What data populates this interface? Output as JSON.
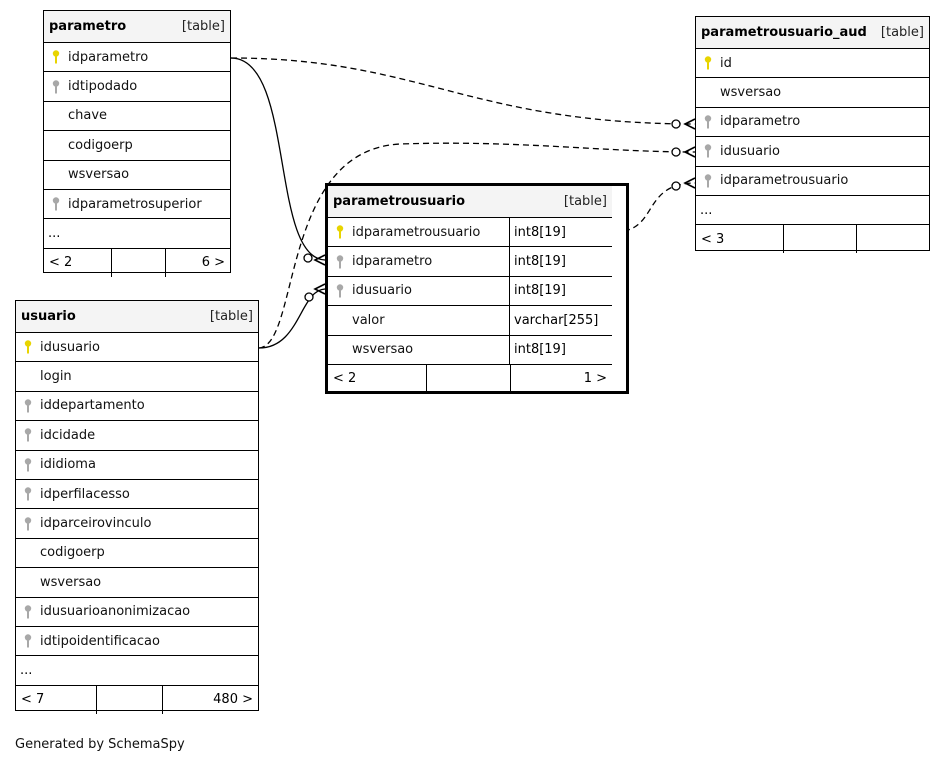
{
  "tables": {
    "parametro": {
      "name": "parametro",
      "tag": "[table]",
      "columns": [
        {
          "name": "idparametro",
          "key": "primary"
        },
        {
          "name": "idtipodado",
          "key": "foreign"
        },
        {
          "name": "chave",
          "key": "none"
        },
        {
          "name": "codigoerp",
          "key": "none"
        },
        {
          "name": "wsversao",
          "key": "none"
        },
        {
          "name": "idparametrosuperior",
          "key": "foreign"
        }
      ],
      "more": "...",
      "footer": {
        "left": "< 2",
        "mid": "",
        "right": "6 >"
      }
    },
    "usuario": {
      "name": "usuario",
      "tag": "[table]",
      "columns": [
        {
          "name": "idusuario",
          "key": "primary"
        },
        {
          "name": "login",
          "key": "none"
        },
        {
          "name": "iddepartamento",
          "key": "foreign"
        },
        {
          "name": "idcidade",
          "key": "foreign"
        },
        {
          "name": "ididioma",
          "key": "foreign"
        },
        {
          "name": "idperfilacesso",
          "key": "foreign"
        },
        {
          "name": "idparceirovinculo",
          "key": "foreign"
        },
        {
          "name": "codigoerp",
          "key": "none"
        },
        {
          "name": "wsversao",
          "key": "none"
        },
        {
          "name": "idusuarioanonimizacao",
          "key": "foreign"
        },
        {
          "name": "idtipoidentificacao",
          "key": "foreign"
        }
      ],
      "more": "...",
      "footer": {
        "left": "< 7",
        "mid": "",
        "right": "480 >"
      }
    },
    "parametrousuario": {
      "name": "parametrousuario",
      "tag": "[table]",
      "columns": [
        {
          "name": "idparametrousuario",
          "key": "primary",
          "type": "int8[19]"
        },
        {
          "name": "idparametro",
          "key": "foreign",
          "type": "int8[19]"
        },
        {
          "name": "idusuario",
          "key": "foreign",
          "type": "int8[19]"
        },
        {
          "name": "valor",
          "key": "none",
          "type": "varchar[255]"
        },
        {
          "name": "wsversao",
          "key": "none",
          "type": "int8[19]"
        }
      ],
      "footer": {
        "left": "< 2",
        "mid": "",
        "right": "1 >"
      }
    },
    "parametrousuario_aud": {
      "name": "parametrousuario_aud",
      "tag": "[table]",
      "columns": [
        {
          "name": "id",
          "key": "primary"
        },
        {
          "name": "wsversao",
          "key": "none"
        },
        {
          "name": "idparametro",
          "key": "foreign"
        },
        {
          "name": "idusuario",
          "key": "foreign"
        },
        {
          "name": "idparametrousuario",
          "key": "foreign"
        }
      ],
      "more": "...",
      "footer": {
        "left": "< 3",
        "mid": "",
        "right": ""
      }
    }
  },
  "relationships": [
    {
      "from": "parametro.idparametro",
      "to": "parametrousuario.idparametro",
      "style": "solid"
    },
    {
      "from": "usuario.idusuario",
      "to": "parametrousuario.idusuario",
      "style": "solid"
    },
    {
      "from": "parametro.idparametro",
      "to": "parametrousuario_aud.idparametro",
      "style": "dashed"
    },
    {
      "from": "usuario.idusuario",
      "to": "parametrousuario_aud.idusuario",
      "style": "dashed"
    },
    {
      "from": "parametrousuario.idparametrousuario",
      "to": "parametrousuario_aud.idparametrousuario",
      "style": "dashed"
    }
  ],
  "colors": {
    "primary_key": "#e8d400",
    "foreign_key": "#a8a8a8",
    "header_bg": "#f4f4f4"
  },
  "generated_by": "Generated by SchemaSpy"
}
